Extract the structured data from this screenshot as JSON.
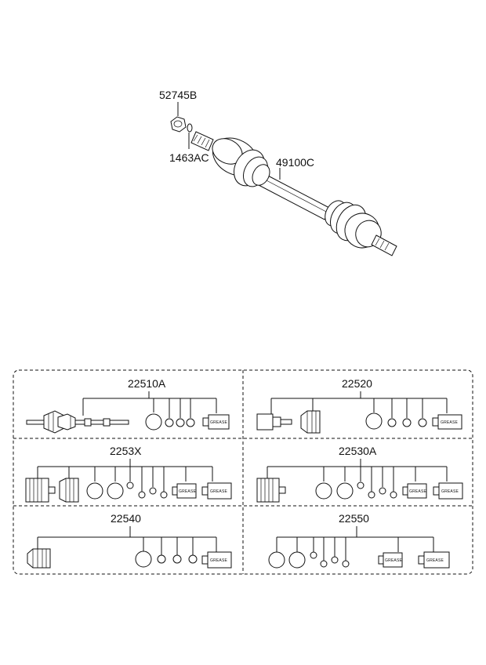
{
  "labels": {
    "nut": "52745B",
    "pin": "1463AC",
    "shaft_assembly": "49100C"
  },
  "kits": [
    {
      "label": "22510A"
    },
    {
      "label": "22520"
    },
    {
      "label": "2253X"
    },
    {
      "label": "22530A"
    },
    {
      "label": "22540"
    },
    {
      "label": "22550"
    }
  ],
  "grease_text": "GREASE",
  "colors": {
    "line": "#111111",
    "background": "#ffffff",
    "fill": "#ffffff"
  }
}
